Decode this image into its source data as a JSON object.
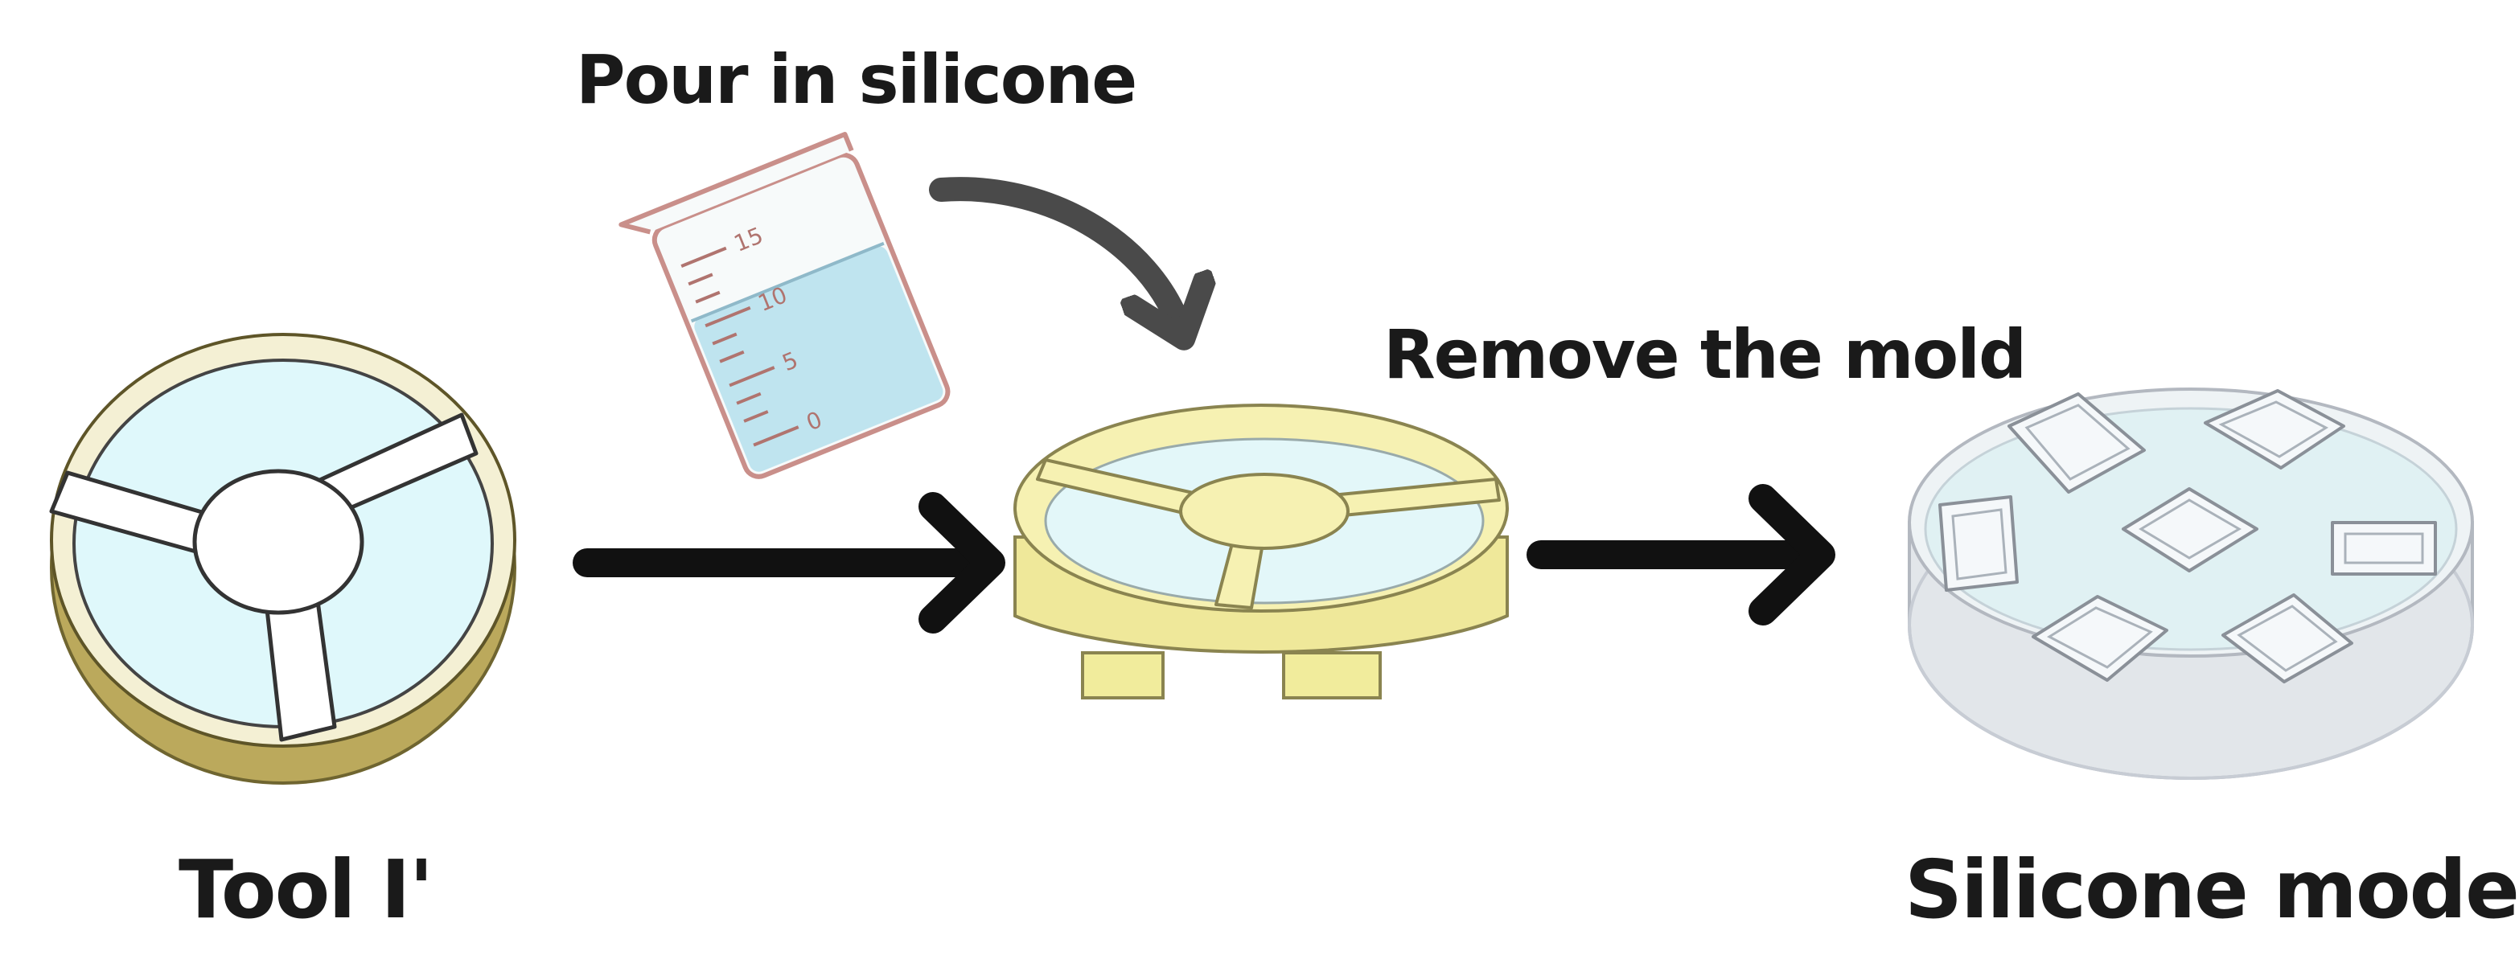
{
  "labels": {
    "pour": "Pour in silicone",
    "remove": "Remove the mold",
    "tool": "Tool Ⅰ'",
    "silicone_model": "Silicone model"
  },
  "beaker_marks": [
    "15",
    "10",
    "5",
    "0"
  ],
  "colors": {
    "mold_rim": "#cfc37a",
    "mold_fill": "#dff8fb",
    "assembled_mold": "#f1ec9c",
    "silicone_disc": "#e8eef0",
    "beaker_liquid": "#bfe4ef",
    "arrow": "#111111",
    "curved_arrow": "#4a4a4a"
  }
}
